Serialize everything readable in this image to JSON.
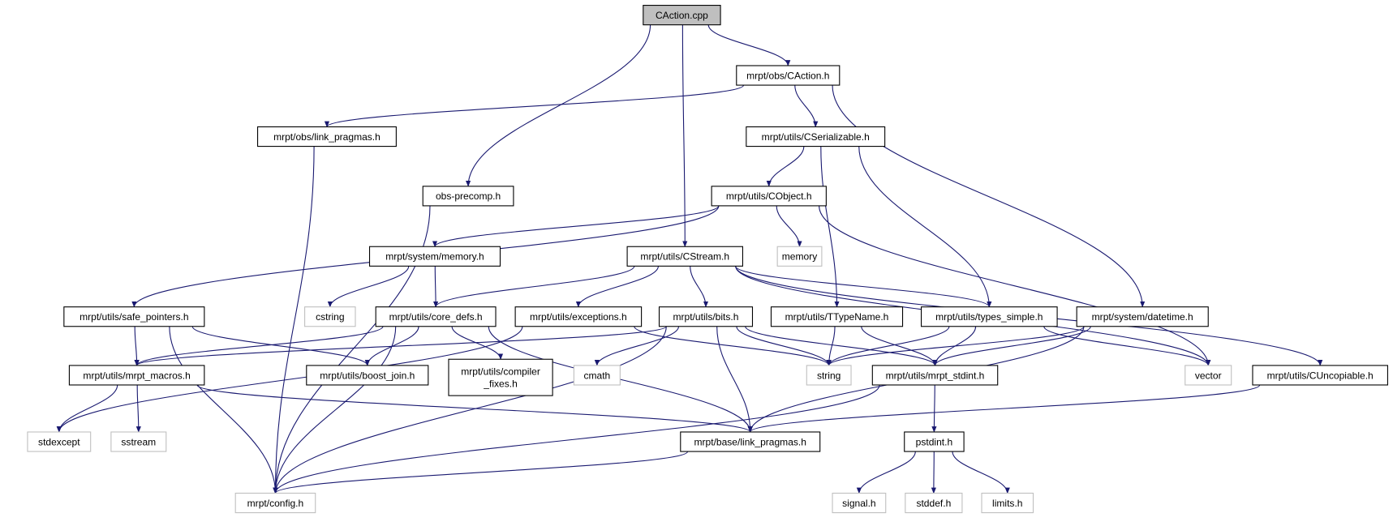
{
  "colors": {
    "edge": "#191970",
    "root_fill": "#bfbfbf",
    "node_border": "#000000",
    "external_border": "#bfbfbf"
  },
  "nodes": [
    {
      "id": "caction_cpp",
      "label": "CAction.cpp",
      "kind": "root"
    },
    {
      "id": "obs_caction_h",
      "label": "mrpt/obs/CAction.h",
      "kind": "local"
    },
    {
      "id": "obs_link_pragmas",
      "label": "mrpt/obs/link_pragmas.h",
      "kind": "local"
    },
    {
      "id": "cserializable",
      "label": "mrpt/utils/CSerializable.h",
      "kind": "local"
    },
    {
      "id": "obs_precomp",
      "label": "obs-precomp.h",
      "kind": "local"
    },
    {
      "id": "cobject",
      "label": "mrpt/utils/CObject.h",
      "kind": "local"
    },
    {
      "id": "memory",
      "label": "memory",
      "kind": "external"
    },
    {
      "id": "system_memory",
      "label": "mrpt/system/memory.h",
      "kind": "local"
    },
    {
      "id": "cstream",
      "label": "mrpt/utils/CStream.h",
      "kind": "local"
    },
    {
      "id": "safe_pointers",
      "label": "mrpt/utils/safe_pointers.h",
      "kind": "local"
    },
    {
      "id": "cstring",
      "label": "cstring",
      "kind": "external"
    },
    {
      "id": "core_defs",
      "label": "mrpt/utils/core_defs.h",
      "kind": "local"
    },
    {
      "id": "exceptions",
      "label": "mrpt/utils/exceptions.h",
      "kind": "local"
    },
    {
      "id": "bits",
      "label": "mrpt/utils/bits.h",
      "kind": "local"
    },
    {
      "id": "ttypename",
      "label": "mrpt/utils/TTypeName.h",
      "kind": "local"
    },
    {
      "id": "types_simple",
      "label": "mrpt/utils/types_simple.h",
      "kind": "local"
    },
    {
      "id": "datetime",
      "label": "mrpt/system/datetime.h",
      "kind": "local"
    },
    {
      "id": "mrpt_macros",
      "label": "mrpt/utils/mrpt_macros.h",
      "kind": "local"
    },
    {
      "id": "boost_join",
      "label": "mrpt/utils/boost_join.h",
      "kind": "local"
    },
    {
      "id": "compiler_fixes",
      "label": "mrpt/utils/compiler\n_fixes.h",
      "kind": "local"
    },
    {
      "id": "cmath",
      "label": "cmath",
      "kind": "external"
    },
    {
      "id": "string",
      "label": "string",
      "kind": "external"
    },
    {
      "id": "mrpt_stdint",
      "label": "mrpt/utils/mrpt_stdint.h",
      "kind": "local"
    },
    {
      "id": "vector",
      "label": "vector",
      "kind": "external"
    },
    {
      "id": "cuncopiable",
      "label": "mrpt/utils/CUncopiable.h",
      "kind": "local"
    },
    {
      "id": "stdexcept",
      "label": "stdexcept",
      "kind": "external"
    },
    {
      "id": "sstream",
      "label": "sstream",
      "kind": "external"
    },
    {
      "id": "base_link_pragmas",
      "label": "mrpt/base/link_pragmas.h",
      "kind": "local"
    },
    {
      "id": "pstdint",
      "label": "pstdint.h",
      "kind": "local"
    },
    {
      "id": "config",
      "label": "mrpt/config.h",
      "kind": "external"
    },
    {
      "id": "signal",
      "label": "signal.h",
      "kind": "external"
    },
    {
      "id": "stddef",
      "label": "stddef.h",
      "kind": "external"
    },
    {
      "id": "limits",
      "label": "limits.h",
      "kind": "external"
    }
  ],
  "edges": [
    [
      "caction_cpp",
      "obs_caction_h"
    ],
    [
      "caction_cpp",
      "obs_precomp"
    ],
    [
      "caction_cpp",
      "cstream"
    ],
    [
      "obs_caction_h",
      "obs_link_pragmas"
    ],
    [
      "obs_caction_h",
      "cserializable"
    ],
    [
      "obs_caction_h",
      "datetime"
    ],
    [
      "obs_link_pragmas",
      "config"
    ],
    [
      "cserializable",
      "cobject"
    ],
    [
      "cserializable",
      "ttypename"
    ],
    [
      "cserializable",
      "types_simple"
    ],
    [
      "obs_precomp",
      "config"
    ],
    [
      "cobject",
      "safe_pointers"
    ],
    [
      "cobject",
      "system_memory"
    ],
    [
      "cobject",
      "memory"
    ],
    [
      "cobject",
      "vector"
    ],
    [
      "system_memory",
      "cstring"
    ],
    [
      "system_memory",
      "core_defs"
    ],
    [
      "cstream",
      "core_defs"
    ],
    [
      "cstream",
      "exceptions"
    ],
    [
      "cstream",
      "bits"
    ],
    [
      "cstream",
      "types_simple"
    ],
    [
      "cstream",
      "vector"
    ],
    [
      "cstream",
      "cuncopiable"
    ],
    [
      "safe_pointers",
      "config"
    ],
    [
      "safe_pointers",
      "mrpt_macros"
    ],
    [
      "safe_pointers",
      "boost_join"
    ],
    [
      "core_defs",
      "config"
    ],
    [
      "core_defs",
      "mrpt_macros"
    ],
    [
      "core_defs",
      "boost_join"
    ],
    [
      "core_defs",
      "compiler_fixes"
    ],
    [
      "core_defs",
      "base_link_pragmas"
    ],
    [
      "exceptions",
      "stdexcept"
    ],
    [
      "exceptions",
      "string"
    ],
    [
      "bits",
      "mrpt_macros"
    ],
    [
      "bits",
      "cmath"
    ],
    [
      "bits",
      "config"
    ],
    [
      "bits",
      "base_link_pragmas"
    ],
    [
      "bits",
      "string"
    ],
    [
      "bits",
      "mrpt_stdint"
    ],
    [
      "ttypename",
      "string"
    ],
    [
      "ttypename",
      "mrpt_stdint"
    ],
    [
      "types_simple",
      "string"
    ],
    [
      "types_simple",
      "mrpt_stdint"
    ],
    [
      "types_simple",
      "vector"
    ],
    [
      "datetime",
      "string"
    ],
    [
      "datetime",
      "mrpt_stdint"
    ],
    [
      "datetime",
      "base_link_pragmas"
    ],
    [
      "mrpt_macros",
      "stdexcept"
    ],
    [
      "mrpt_macros",
      "sstream"
    ],
    [
      "mrpt_macros",
      "base_link_pragmas"
    ],
    [
      "cuncopiable",
      "base_link_pragmas"
    ],
    [
      "mrpt_stdint",
      "pstdint"
    ],
    [
      "mrpt_stdint",
      "config"
    ],
    [
      "base_link_pragmas",
      "config"
    ],
    [
      "pstdint",
      "signal"
    ],
    [
      "pstdint",
      "stddef"
    ],
    [
      "pstdint",
      "limits"
    ]
  ]
}
